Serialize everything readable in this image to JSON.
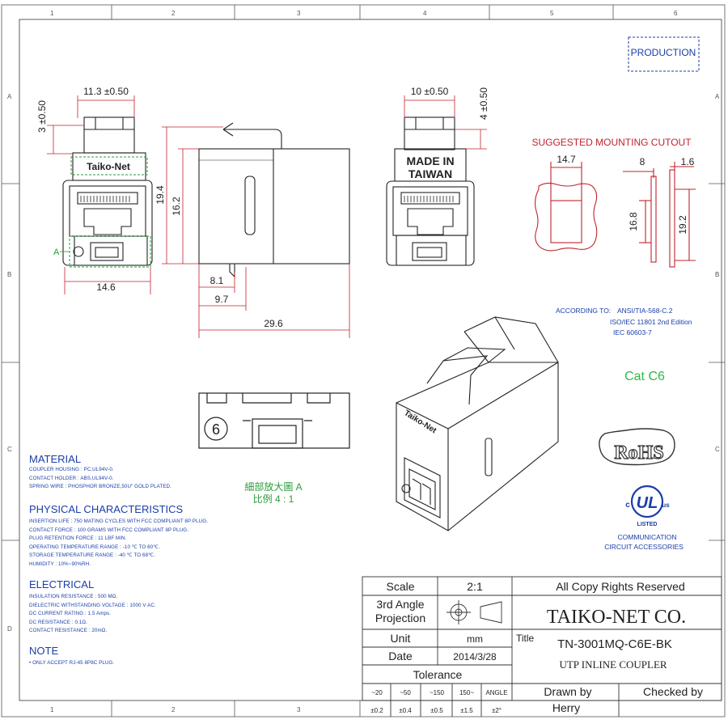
{
  "frame": {
    "col_numbers": [
      "1",
      "2",
      "3",
      "4",
      "5",
      "6"
    ],
    "row_letters": [
      "A",
      "B",
      "C",
      "D"
    ]
  },
  "production_stamp": "PRODUCTION",
  "views": {
    "front": {
      "dim_width_top": "11.3 ±0.50",
      "dim_height_left": "3 ±0.50",
      "dim_width_bottom": "14.6",
      "brand_label": "Taiko-Net",
      "detail_marker": "A"
    },
    "side": {
      "dim_height_outer": "19.4",
      "dim_height_inner": "16.2",
      "dim_81": "8.1",
      "dim_97": "9.7",
      "dim_length": "29.6"
    },
    "rear": {
      "dim_width_top": "10 ±0.50",
      "dim_height_right": "4 ±0.50",
      "marking_line1": "MADE IN",
      "marking_line2": "TAIWAN"
    },
    "cutout": {
      "title": "SUGGESTED MOUNTING CUTOUT",
      "dim_width": "14.7",
      "dim_height": "16.8",
      "dim_8": "8",
      "dim_16": "1.6",
      "dim_192": "19.2"
    },
    "detail": {
      "label_line1": "細部放大圖 A",
      "label_line2": "比例 4 : 1"
    },
    "iso": {
      "brand_label": "Taiko-Net"
    }
  },
  "standards": {
    "label": "ACCORDING TO:",
    "lines": [
      "ANSI/TIA-568-C.2",
      "ISO/IEC 11801 2nd Edition",
      "IEC 60603-7"
    ]
  },
  "category": "Cat C6",
  "marks": {
    "rohs": "RoHS",
    "ul_top": "c",
    "ul_mid": "UL",
    "ul_right": "us",
    "ul_listed": "LISTED",
    "ul_line1": "COMMUNICATION",
    "ul_line2": "CIRCUIT ACCESSORIES"
  },
  "specs": {
    "material": {
      "title": "MATERIAL",
      "lines": [
        "COUPLER HOUSING : PC,UL94V-0.",
        "CONTACT HOLDER : ABS,UL94V-0.",
        "SPRING WIRE : PHOSPHOR BRONZE,50U\" GOLD PLATED."
      ]
    },
    "physical": {
      "title": "PHYSICAL CHARACTERISTICS",
      "lines": [
        "INSERTION LIFE : 750 MATING CYCLES WITH FCC COMPLIANT 8P PLUG.",
        "CONTACT FORCE : 100 GRAMS WITH FCC COMPLIANT 8P PLUG.",
        "PLUG RETENTION FORCE : 11 LBF MIN.",
        "OPERATING TEMPERATURE RANGE : -10 ℃ TO 60℃.",
        "STORAGE TEMPERATURE RANGE : -40 ℃ TO 68℃.",
        "HUMIDITY : 10%~90%RH."
      ]
    },
    "electrical": {
      "title": "ELECTRICAL",
      "lines": [
        "INSULATION RESISTANCE : 500 MΩ.",
        "DIELECTRIC WITHSTANDING VOLTAGE : 1000 V AC.",
        "DC CURRENT RATING : 1.5 Amps.",
        "DC RESISTANCE : 0.1Ω.",
        "CONTACT RESISTANCE : 20mΩ."
      ]
    },
    "note": {
      "title": "NOTE",
      "lines": [
        "• ONLY ACCEPT RJ-45 8P8C PLUG."
      ]
    }
  },
  "title_block": {
    "scale_label": "Scale",
    "scale_value": "2:1",
    "projection_line1": "3rd Angle",
    "projection_line2": "Projection",
    "unit_label": "Unit",
    "unit_value": "mm",
    "date_label": "Date",
    "date_value": "2014/3/28",
    "tolerance_label": "Tolerance",
    "tol_ranges": [
      "~20",
      "~50",
      "~150",
      "150~",
      "ANGLE"
    ],
    "tol_values": [
      "±0.2",
      "±0.4",
      "±0.5",
      "±1.5",
      "±2°"
    ],
    "copyright": "All Copy Rights Reserved",
    "company": "TAIKO-NET CO.",
    "title_label": "Title",
    "part_number": "TN-3001MQ-C6E-BK",
    "description": "UTP INLINE COUPLER",
    "drawn_by_label": "Drawn by",
    "drawn_by_value": "Herry",
    "checked_by_label": "Checked by"
  }
}
